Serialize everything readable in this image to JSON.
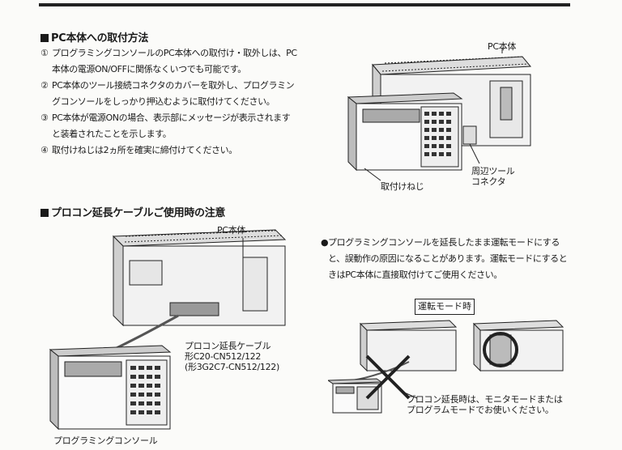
{
  "section1": {
    "title": "PC本体への取付方法",
    "steps": [
      {
        "num": "①",
        "text": "プログラミングコンソールのPC本体への取付け・取外しは、PC本体の電源ON/OFFに関係なくいつでも可能です。"
      },
      {
        "num": "②",
        "text": "PC本体のツール接続コネクタのカバーを取外し、プログラミングコンソールをしっかり押込むように取付けてください。"
      },
      {
        "num": "③",
        "text": "PC本体が電源ONの場合、表示部にメッセージが表示されますと装着されたことを示します。"
      },
      {
        "num": "④",
        "text": "取付けねじは2ヵ所を確実に締付けてください。"
      }
    ],
    "figure": {
      "pc_label": "PC本体",
      "screw_label": "取付けねじ",
      "connector_label_line1": "周辺ツール",
      "connector_label_line2": "コネクタ"
    }
  },
  "section2": {
    "title": "プロコン延長ケーブルご使用時の注意",
    "figure": {
      "pc_label": "PC本体",
      "cable_label_line1": "プロコン延長ケーブル",
      "cable_label_line2": "形C20-CN512/122",
      "cable_label_line3": "(形3G2C7-CN512/122)",
      "console_label": "プログラミングコンソール"
    },
    "note": "プログラミングコンソールを延長したまま運転モードにすると、誤動作の原因になることがあります。運転モードにするときはPC本体に直接取付けてご使用ください。",
    "note_bullet": "●",
    "mode_box_label": "運転モード時",
    "mode_caption_line1": "プロコン延長時は、モニタモードまたは",
    "mode_caption_line2": "プログラムモードでお使いください。"
  }
}
